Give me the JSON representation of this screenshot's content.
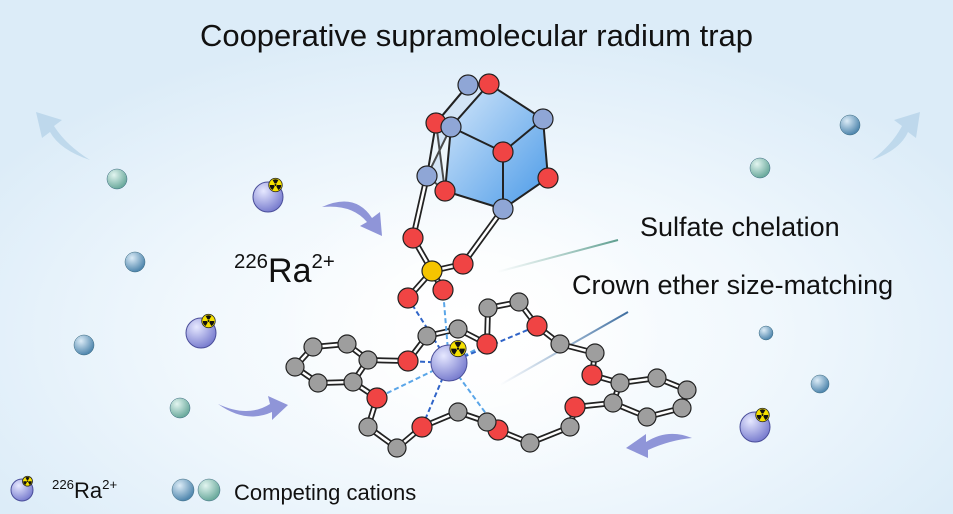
{
  "title": "Cooperative supramolecular radium trap",
  "labels": {
    "sulfate": "Sulfate chelation",
    "crown": "Crown ether size-matching"
  },
  "ion": {
    "mass": "226",
    "symbol": "Ra",
    "charge": "2+"
  },
  "legend": {
    "ra_mass": "226",
    "ra_symbol": "Ra",
    "ra_charge": "2+",
    "competing": "Competing cations"
  },
  "colors": {
    "oxygen": "#f04444",
    "boron": "#8fa6d6",
    "sulfur": "#f5c400",
    "carbon": "#9e9e9e",
    "radium": "#9a9ee0",
    "arrow": "#8f95d8",
    "cation_teal": "#8cc6bb",
    "cation_blue": "#6fa3c6"
  }
}
